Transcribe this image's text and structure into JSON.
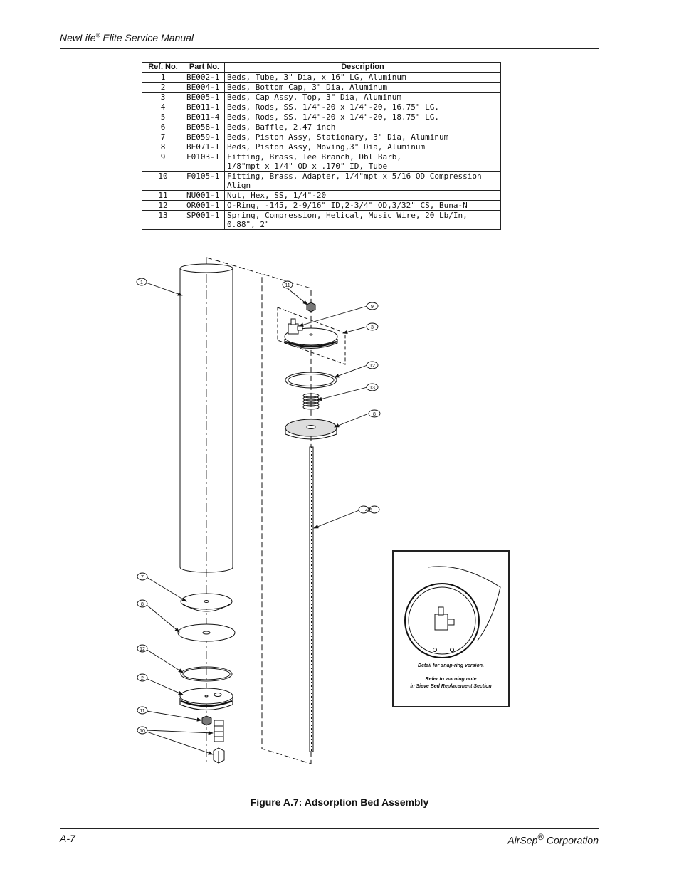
{
  "header": {
    "title_prefix": "NewLife",
    "title_reg": "®",
    "title_suffix": " Elite Service Manual"
  },
  "parts_table": {
    "columns": [
      "Ref. No.",
      "Part No.",
      "Description"
    ],
    "rows": [
      {
        "ref": "1",
        "part": "BE002-1",
        "desc": "Beds, Tube, 3\" Dia, x 16\" LG, Aluminum"
      },
      {
        "ref": "2",
        "part": "BE004-1",
        "desc": "Beds, Bottom Cap, 3\" Dia, Aluminum"
      },
      {
        "ref": "3",
        "part": "BE005-1",
        "desc": "Beds, Cap Assy, Top, 3\" Dia, Aluminum"
      },
      {
        "ref": "4",
        "part": "BE011-1",
        "desc": "Beds, Rods, SS, 1/4\"-20 x 1/4\"-20, 16.75\" LG."
      },
      {
        "ref": "5",
        "part": "BE011-4",
        "desc": "Beds, Rods, SS, 1/4\"-20 x 1/4\"-20, 18.75\" LG."
      },
      {
        "ref": "6",
        "part": "BE058-1",
        "desc": "Beds, Baffle, 2.47 inch"
      },
      {
        "ref": "7",
        "part": "BE059-1",
        "desc": "Beds, Piston Assy, Stationary, 3\" Dia, Aluminum"
      },
      {
        "ref": "8",
        "part": "BE071-1",
        "desc": "Beds, Piston Assy, Moving,3\" Dia, Aluminum"
      },
      {
        "ref": "9",
        "part": "F0103-1",
        "desc": "Fitting, Brass, Tee Branch, Dbl Barb,",
        "desc2": "1/8\"mpt x 1/4\" OD x .170\" ID, Tube"
      },
      {
        "ref": "10",
        "part": "F0105-1",
        "desc": "Fitting, Brass, Adapter, 1/4\"mpt x 5/16 OD Compression Align"
      },
      {
        "ref": "11",
        "part": "NU001-1",
        "desc": "Nut, Hex, SS, 1/4\"-20"
      },
      {
        "ref": "12",
        "part": "OR001-1",
        "desc": "O-Ring, -145, 2-9/16\" ID,2-3/4\" OD,3/32\" CS, Buna-N"
      },
      {
        "ref": "13",
        "part": "SP001-1",
        "desc": "Spring, Compression, Helical, Music Wire, 20 Lb/In, 0.88\", 2\""
      }
    ]
  },
  "callouts": {
    "c1": "1",
    "c11a": "11",
    "c9": "9",
    "c3": "3",
    "c12a": "12",
    "c13": "13",
    "c8a": "8",
    "c45": "4 5",
    "c7": "7",
    "c8b": "8",
    "c12b": "12",
    "c2": "2",
    "c11b": "11",
    "c10": "10"
  },
  "detail_box": {
    "line1": "Detail for snap-ring version.",
    "line2": "Refer to warning note",
    "line3": "in Sieve Bed Replacement Section"
  },
  "figure_caption": "Figure A.7: Adsorption Bed Assembly",
  "footer": {
    "page": "A-7",
    "company_prefix": "AirSep",
    "company_reg": "®",
    "company_suffix": " Corporation"
  }
}
